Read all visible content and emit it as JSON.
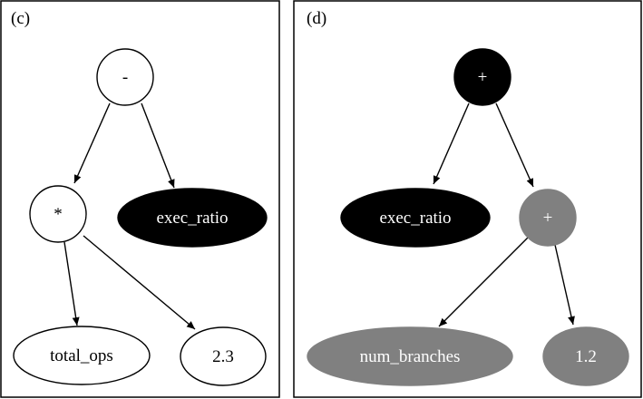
{
  "colors": {
    "black": "#000000",
    "white": "#ffffff",
    "gray": "#808080"
  },
  "panels": [
    {
      "label": "(c)",
      "nodes": [
        {
          "id": "minus",
          "label": "-",
          "fill": "#ffffff",
          "text_color": "#000000"
        },
        {
          "id": "mul",
          "label": "*",
          "fill": "#ffffff",
          "text_color": "#000000"
        },
        {
          "id": "exec_ratio",
          "label": "exec_ratio",
          "fill": "#000000",
          "text_color": "#ffffff"
        },
        {
          "id": "total_ops",
          "label": "total_ops",
          "fill": "#ffffff",
          "text_color": "#000000"
        },
        {
          "id": "c23",
          "label": "2.3",
          "fill": "#ffffff",
          "text_color": "#000000"
        }
      ],
      "edges": [
        [
          "minus",
          "mul"
        ],
        [
          "minus",
          "exec_ratio"
        ],
        [
          "mul",
          "total_ops"
        ],
        [
          "mul",
          "c23"
        ]
      ]
    },
    {
      "label": "(d)",
      "nodes": [
        {
          "id": "plus_root",
          "label": "+",
          "fill": "#000000",
          "text_color": "#ffffff"
        },
        {
          "id": "exec_ratio",
          "label": "exec_ratio",
          "fill": "#000000",
          "text_color": "#ffffff"
        },
        {
          "id": "plus_inner",
          "label": "+",
          "fill": "#808080",
          "text_color": "#ffffff"
        },
        {
          "id": "num_branches",
          "label": "num_branches",
          "fill": "#808080",
          "text_color": "#ffffff"
        },
        {
          "id": "c12",
          "label": "1.2",
          "fill": "#808080",
          "text_color": "#ffffff"
        }
      ],
      "edges": [
        [
          "plus_root",
          "exec_ratio"
        ],
        [
          "plus_root",
          "plus_inner"
        ],
        [
          "plus_inner",
          "num_branches"
        ],
        [
          "plus_inner",
          "c12"
        ]
      ]
    }
  ]
}
